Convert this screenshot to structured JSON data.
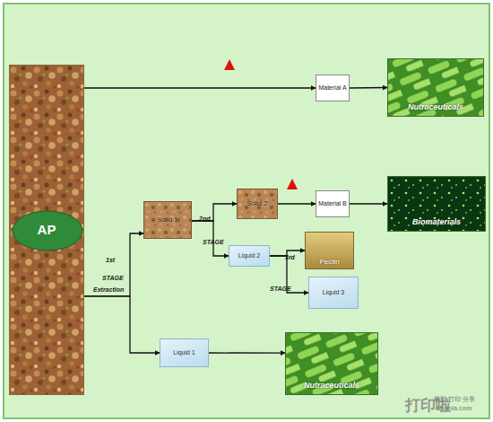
{
  "diagram": {
    "nodes": [
      {
        "text": [
          "AP"
        ]
      },
      {
        "text": [
          "Material A"
        ]
      },
      {
        "text": [
          "Nutraceuticals"
        ]
      },
      {
        "text": [
          "Solid 1"
        ]
      },
      {
        "text": [
          "Solid 2"
        ]
      },
      {
        "text": [
          "Material B"
        ]
      },
      {
        "text": [
          "Biomaterials"
        ]
      },
      {
        "text": [
          "Liquid 2"
        ]
      },
      {
        "text": [
          "Pectin"
        ]
      },
      {
        "text": [
          "Liquid 3"
        ]
      },
      {
        "text": [
          "Liquid 1"
        ]
      },
      {
        "text": [
          "Nutraceuticals"
        ]
      }
    ],
    "edges": [
      {
        "from": 0,
        "to": 1,
        "arrow": "to"
      },
      {
        "from": 1,
        "to": 2,
        "arrow": "to"
      },
      {
        "from": 0,
        "to": 3,
        "arrow": "to"
      },
      {
        "from": 0,
        "to": 10,
        "arrow": "to"
      },
      {
        "from": 3,
        "to": 4,
        "arrow": "to"
      },
      {
        "from": 3,
        "to": 7,
        "arrow": "to"
      },
      {
        "from": 4,
        "to": 5,
        "arrow": "to"
      },
      {
        "from": 5,
        "to": 6,
        "arrow": "to"
      },
      {
        "from": 7,
        "to": 8,
        "arrow": "to"
      },
      {
        "from": 7,
        "to": 9,
        "arrow": "to"
      },
      {
        "from": 10,
        "to": 11,
        "arrow": "to"
      }
    ],
    "labels": [
      "1st",
      "STAGE",
      "Extraction",
      "2nd",
      "STAGE",
      "3rd",
      "STAGE",
      "打印啦",
      "模型 打印 分享",
      "dayinla.com"
    ]
  }
}
